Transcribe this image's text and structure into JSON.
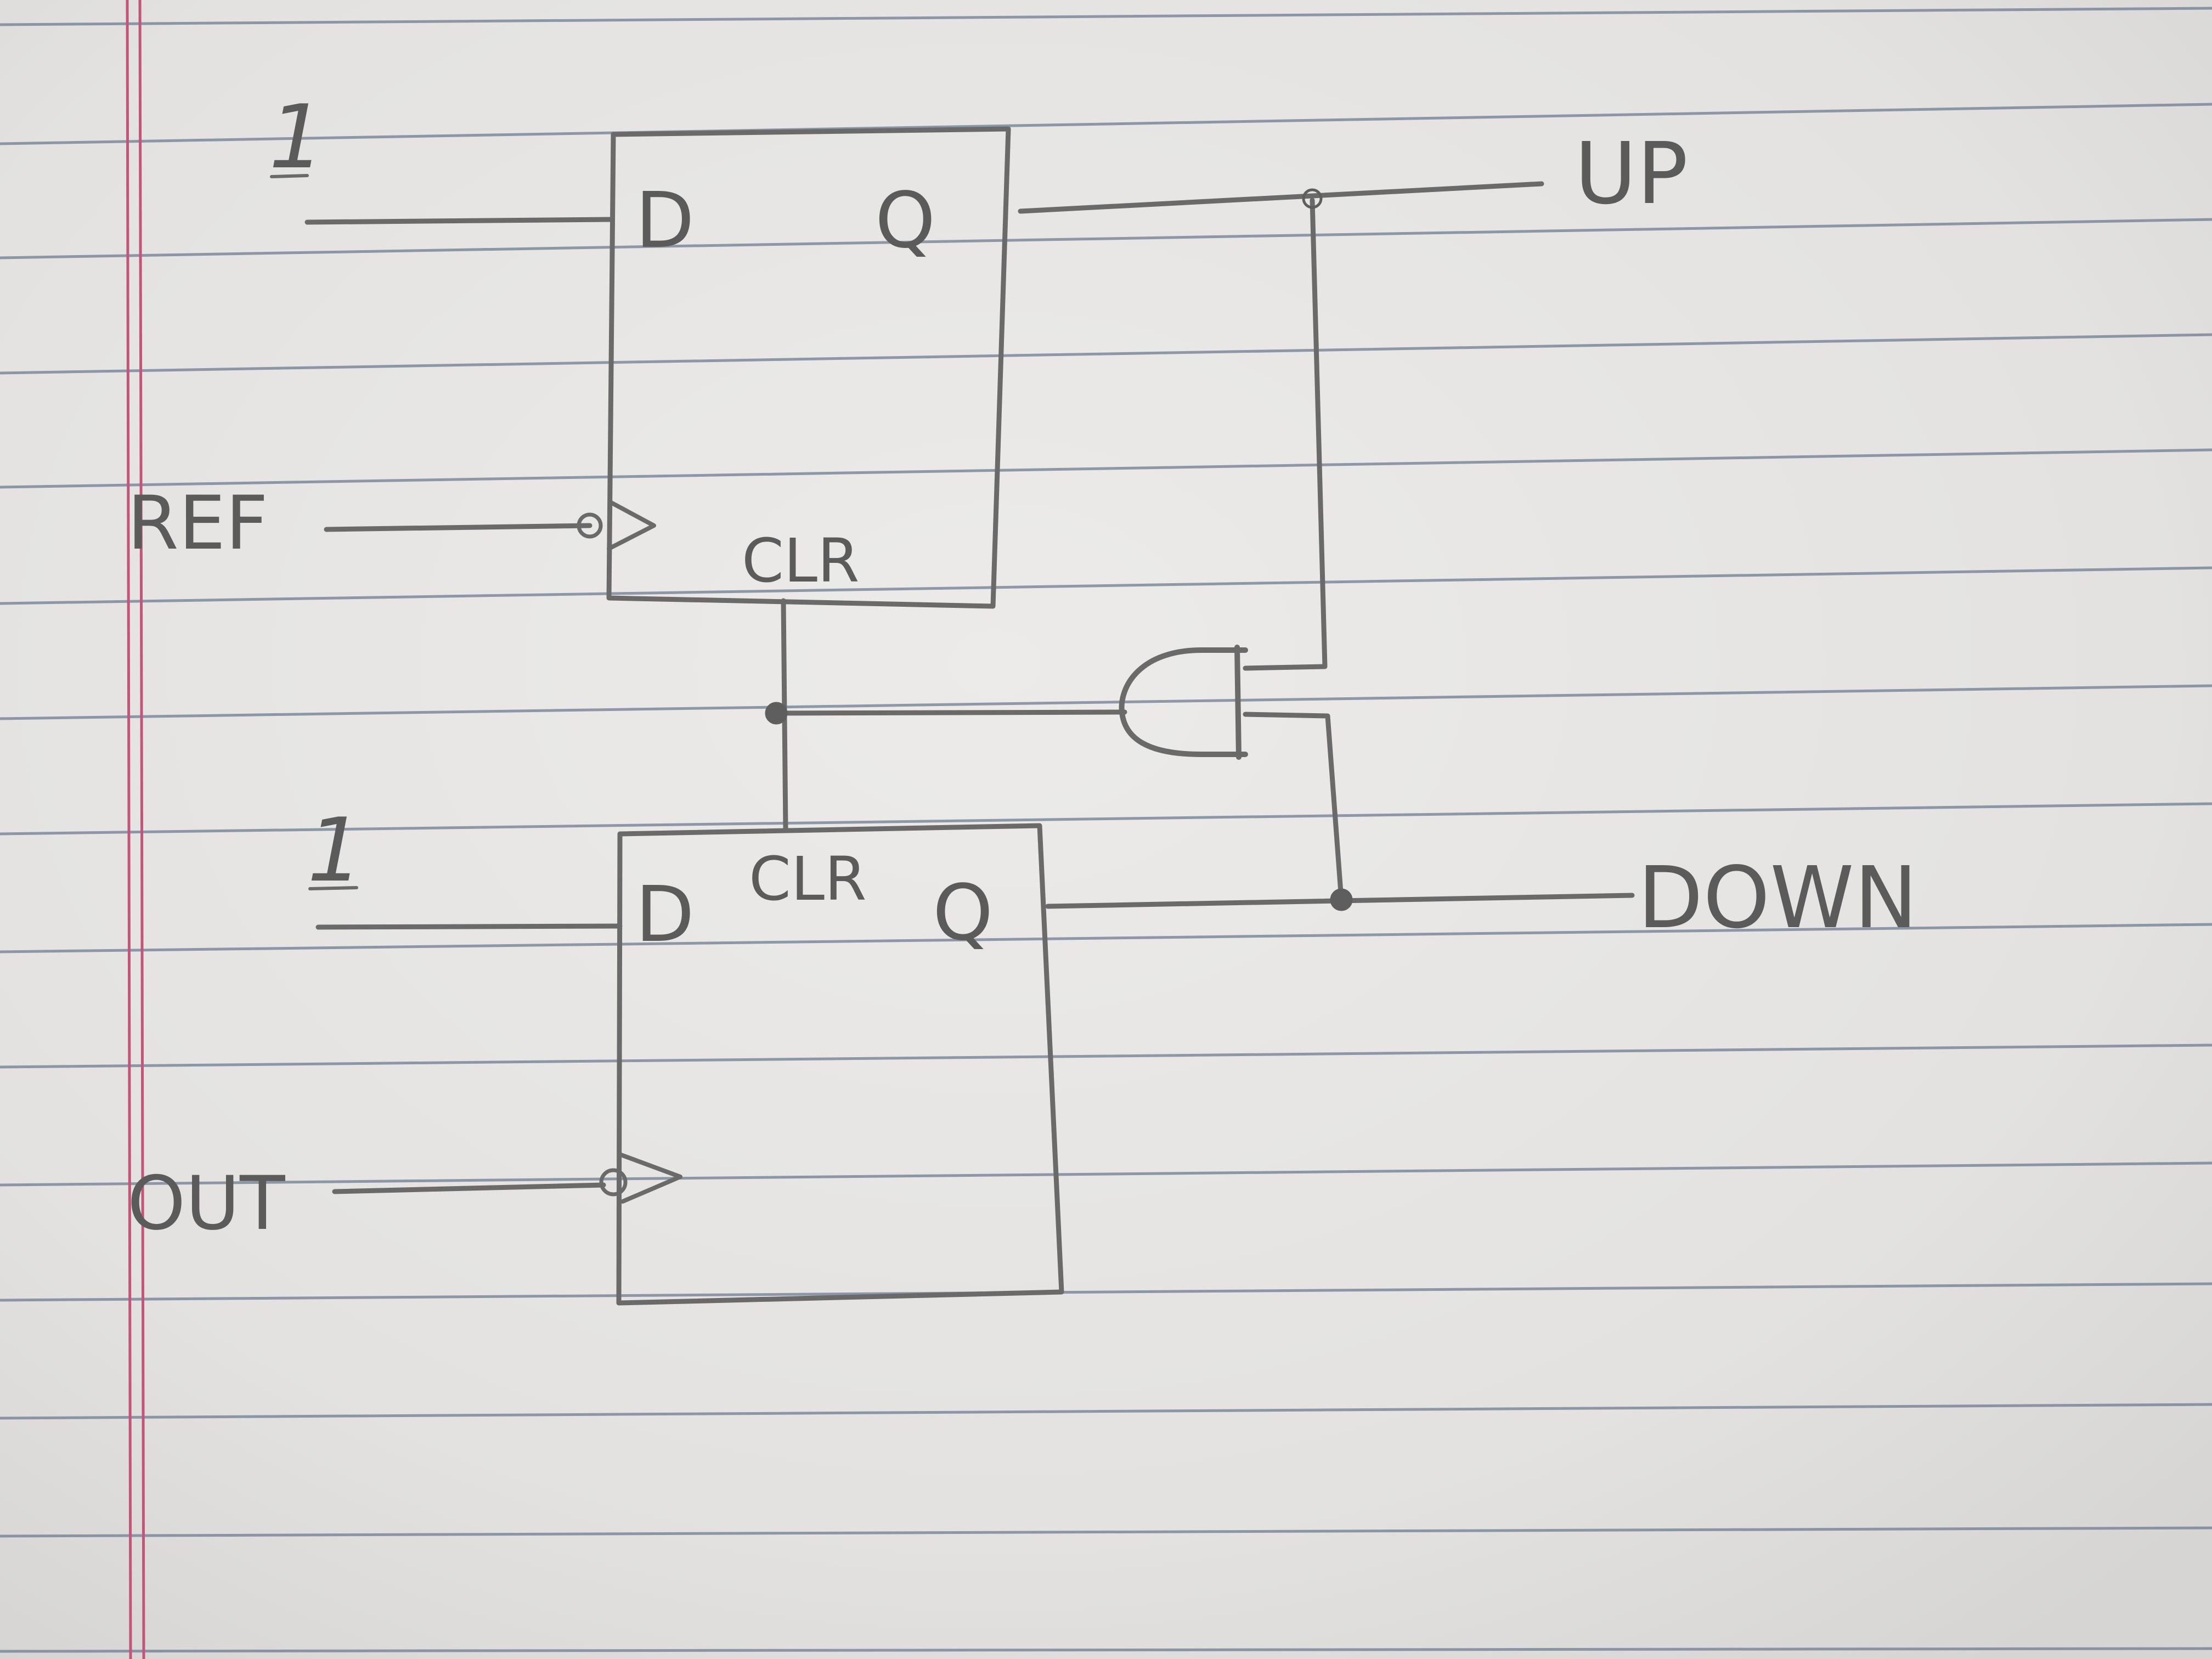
{
  "diagram": {
    "top_flipflop": {
      "d_pin": "D",
      "q_pin": "Q",
      "clr_pin": "CLR",
      "d_input": "1",
      "clock_input": "REF",
      "output": "UP"
    },
    "bottom_flipflop": {
      "d_pin": "D",
      "q_pin": "Q",
      "clr_pin": "CLR",
      "d_input": "1",
      "clock_input": "OUT",
      "output": "DOWN"
    }
  },
  "colors": {
    "paper": "#e6e5e3",
    "ruled_line": "#6f7d92",
    "margin_line": "#c2557a",
    "pencil": "#666666"
  }
}
